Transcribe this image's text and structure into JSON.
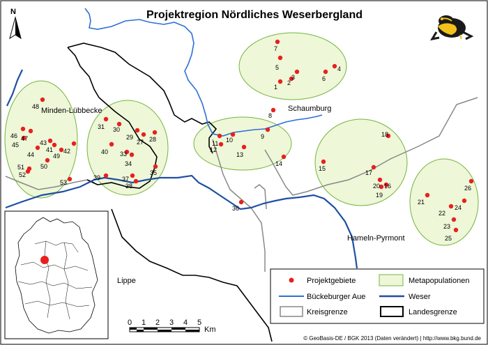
{
  "title": "Projektregion Nördliches Weserbergland",
  "north_label": "N",
  "regions": {
    "minden": "Minden-Lübbecke",
    "schaumburg": "Schaumburg",
    "hameln": "Hameln-Pyrmont",
    "lippe": "Lippe"
  },
  "points": [
    {
      "id": "1"
    },
    {
      "id": "2"
    },
    {
      "id": "3"
    },
    {
      "id": "4"
    },
    {
      "id": "5"
    },
    {
      "id": "6"
    },
    {
      "id": "7"
    },
    {
      "id": "8"
    },
    {
      "id": "9"
    },
    {
      "id": "10"
    },
    {
      "id": "11"
    },
    {
      "id": "12"
    },
    {
      "id": "13"
    },
    {
      "id": "14"
    },
    {
      "id": "15"
    },
    {
      "id": "16"
    },
    {
      "id": "17"
    },
    {
      "id": "18"
    },
    {
      "id": "19"
    },
    {
      "id": "20"
    },
    {
      "id": "21"
    },
    {
      "id": "22"
    },
    {
      "id": "23"
    },
    {
      "id": "24"
    },
    {
      "id": "25"
    },
    {
      "id": "26"
    },
    {
      "id": "27"
    },
    {
      "id": "28"
    },
    {
      "id": "29"
    },
    {
      "id": "30"
    },
    {
      "id": "31"
    },
    {
      "id": "33"
    },
    {
      "id": "34"
    },
    {
      "id": "35"
    },
    {
      "id": "36"
    },
    {
      "id": "37"
    },
    {
      "id": "38"
    },
    {
      "id": "39"
    },
    {
      "id": "40"
    },
    {
      "id": "41"
    },
    {
      "id": "42"
    },
    {
      "id": "43"
    },
    {
      "id": "45"
    },
    {
      "id": "46"
    },
    {
      "id": "47"
    },
    {
      "id": "44"
    },
    {
      "id": "48"
    },
    {
      "id": "49"
    },
    {
      "id": "50"
    },
    {
      "id": "51"
    },
    {
      "id": "52"
    },
    {
      "id": "53"
    }
  ],
  "legend": {
    "projektgebiete": "Projektgebiete",
    "metapopulationen": "Metapopulationen",
    "bueckeburger_aue": "Bückeburger Aue",
    "weser": "Weser",
    "kreisgrenze": "Kreisgrenze",
    "landesgrenze": "Landesgrenze"
  },
  "scale": {
    "ticks": [
      "0",
      "1",
      "2",
      "3",
      "4",
      "5"
    ],
    "unit": "Km"
  },
  "copyright": "© GeoBasis-DE / BGK 2013 (Daten verändert) | http://www.bkg.bund.de",
  "colors": {
    "point": "#e8201e",
    "ellipse_fill": "#eef7d8",
    "ellipse_stroke": "#74b43a",
    "aue": "#2d6fd3",
    "weser": "#1f4fa3",
    "kreis": "#888888",
    "land": "#000000"
  }
}
